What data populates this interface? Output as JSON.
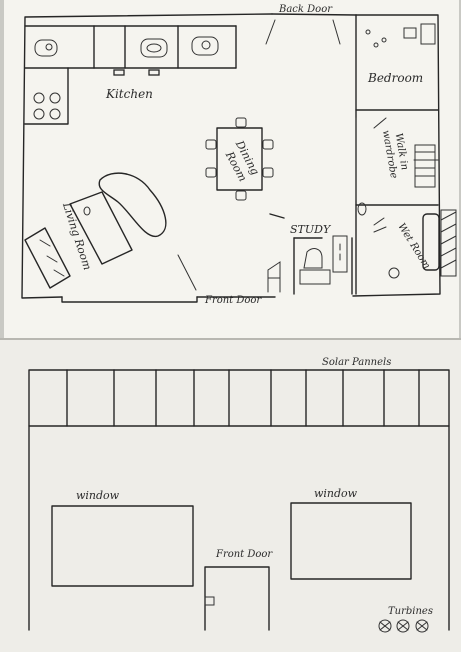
{
  "floor_plan": {
    "labels": {
      "back_door": "Back Door",
      "bedroom": "Bedroom",
      "kitchen": "Kitchen",
      "dining_room_line1": "Dining",
      "dining_room_line2": "Room",
      "walk_in_wardrobe_line1": "Walk in",
      "walk_in_wardrobe_line2": "wardrobe",
      "living_room": "Living Room",
      "study": "STUDY",
      "wet_room": "Wet Room",
      "front_door": "Front Door"
    }
  },
  "elevation": {
    "labels": {
      "solar_panels": "Solar Pannels",
      "window_left": "window",
      "window_right": "window",
      "front_door": "Front Door",
      "turbines": "Turbines"
    },
    "solar_panel_count": 11,
    "turbine_count": 3
  },
  "colors": {
    "paper_top": "#f5f4ef",
    "paper_bottom": "#eeede8",
    "ink": "#262626",
    "background": "#c9c9c4"
  }
}
